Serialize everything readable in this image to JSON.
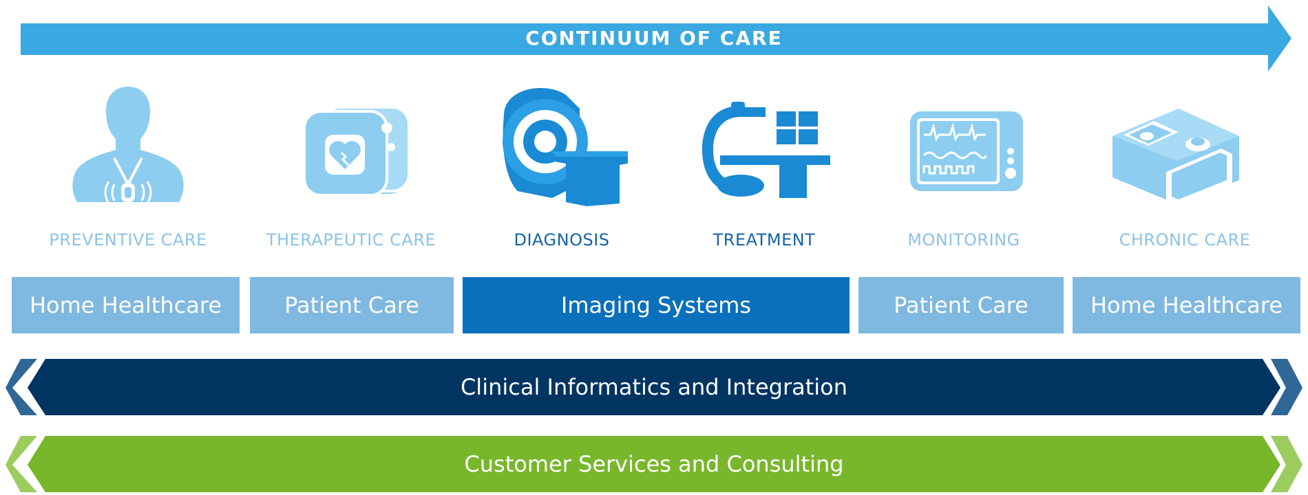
{
  "header": {
    "title": "CONTINUUM OF CARE"
  },
  "stages": [
    {
      "label": "PREVENTIVE CARE",
      "icon": "person-pendant-icon",
      "style": "light"
    },
    {
      "label": "THERAPEUTIC CARE",
      "icon": "defibrillator-icon",
      "style": "light"
    },
    {
      "label": "DIAGNOSIS",
      "icon": "mri-scanner-icon",
      "style": "dark"
    },
    {
      "label": "TREATMENT",
      "icon": "c-arm-xray-icon",
      "style": "dark"
    },
    {
      "label": "MONITORING",
      "icon": "patient-monitor-icon",
      "style": "light"
    },
    {
      "label": "CHRONIC CARE",
      "icon": "cpap-device-icon",
      "style": "light"
    }
  ],
  "segments": [
    {
      "label": "Home Healthcare",
      "style": "light"
    },
    {
      "label": "Patient Care",
      "style": "light"
    },
    {
      "label": "Imaging Systems",
      "style": "dark"
    },
    {
      "label": "Patient Care",
      "style": "light"
    },
    {
      "label": "Home Healthcare",
      "style": "light"
    }
  ],
  "banners": {
    "informatics": {
      "label": "Clinical Informatics and Integration"
    },
    "services": {
      "label": "Customer Services and Consulting"
    }
  },
  "colors": {
    "arrow_blue": "#3aa9e1",
    "light_icon": "#8dcdf0",
    "dark_icon": "#1a8ad4",
    "light_segment": "#7fb8e0",
    "dark_segment": "#0a70bc",
    "navy_banner": "#003461",
    "green_banner": "#78b72b"
  }
}
